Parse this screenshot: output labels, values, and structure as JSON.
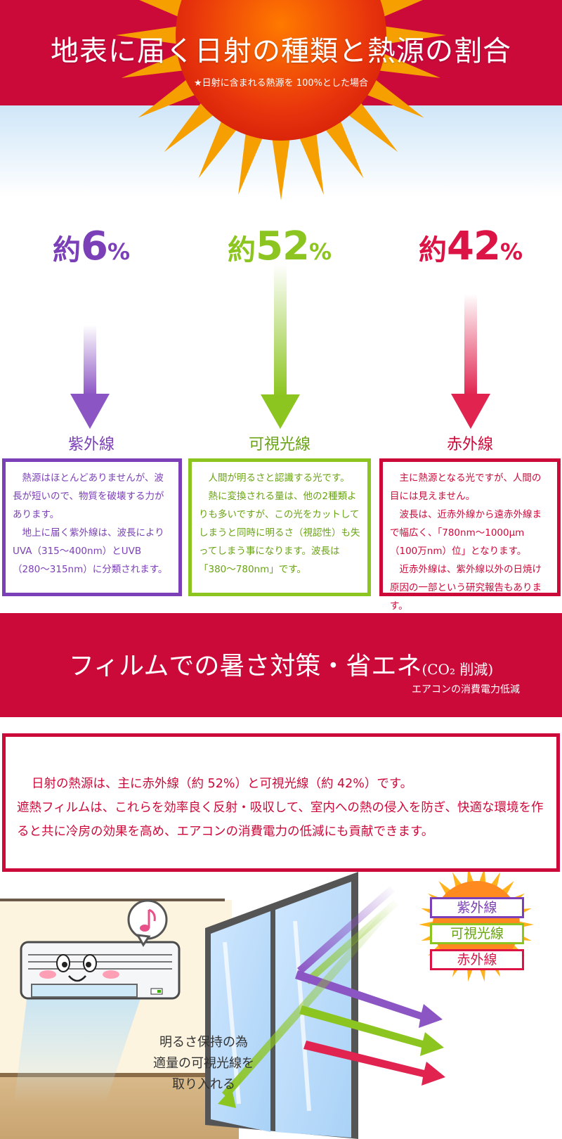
{
  "header": {
    "title": "地表に届く日射の種類と熱源の割合",
    "subtitle": "★日射に含まれる熱源を 100%とした場合"
  },
  "ratios": [
    {
      "prefix": "約",
      "value": "6",
      "unit": "%"
    },
    {
      "prefix": "約",
      "value": "52",
      "unit": "%"
    },
    {
      "prefix": "約",
      "value": "42",
      "unit": "%"
    }
  ],
  "categories": {
    "uv": {
      "label": "紫外線",
      "p1": "熱源はほとんどありませんが、波長が短いので、物質を破壊する力があります。",
      "p2": "地上に届く紫外線は、波長によりUVA（315〜400nm）とUVB（280〜315nm）に分類されます。"
    },
    "visible": {
      "label": "可視光線",
      "p1": "人間が明るさと認識する光です。",
      "p2": "熱に変換される量は、他の2種類よりも多いですが、この光をカットしてしまうと同時に明るさ（視認性）も失ってしまう事になります。波長は「380〜780nm」です。"
    },
    "ir": {
      "label": "赤外線",
      "p1": "主に熱源となる光ですが、人間の目には見えません。",
      "p2": "波長は、近赤外線から遠赤外線まで幅広く、「780nm〜1000μm（100万nm）位」となります。",
      "p3": "近赤外線は、紫外線以外の日焼け原因の一部という研究報告もあります。"
    }
  },
  "film": {
    "title": "フィルムでの暑さ対策・省エネ",
    "title_sub": "(CO₂ 削減)",
    "subtitle": "エアコンの消費電力低減",
    "line1": "日射の熱源は、主に赤外線（約 52%）と可視光線（約 42%）です。",
    "line2": "遮熱フィルムは、これらを効率良く反射・吸収して、室内への熱の侵入を防ぎ、快適な環境を作ると共に冷房の効果を高め、エアコンの消費電力の低減にも貢献できます。"
  },
  "illustration": {
    "note_line1": "明るさ保持の為",
    "note_line2": "適量の可視光線を",
    "note_line3": "取り入れる",
    "legend_uv": "紫外線",
    "legend_visible": "可視光線",
    "legend_ir": "赤外線"
  },
  "colors": {
    "brand_red": "#cc0a3a",
    "uv_purple": "#7b3fb7",
    "visible_green": "#8cc51f",
    "ir_red": "#dc1446"
  }
}
